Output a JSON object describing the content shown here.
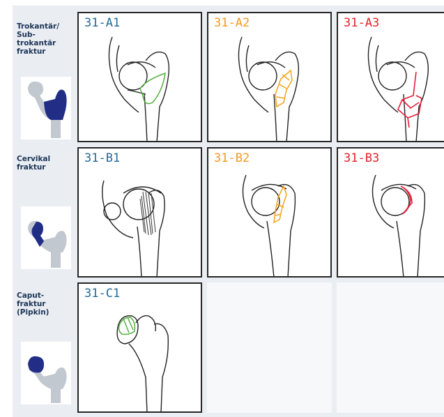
{
  "rows": [
    {
      "label": [
        "Trokantär/",
        "Sub-",
        "trokantär",
        "fraktur"
      ],
      "cells": [
        {
          "code": "31-A1",
          "color": "#216a9a"
        },
        {
          "code": "31-A2",
          "color": "#f39a1e"
        },
        {
          "code": "31-A3",
          "color": "#e5202a"
        }
      ]
    },
    {
      "label": [
        "Cervikal",
        "fraktur"
      ],
      "cells": [
        {
          "code": "31-B1",
          "color": "#216a9a"
        },
        {
          "code": "31-B2",
          "color": "#f39a1e"
        },
        {
          "code": "31-B3",
          "color": "#e5202a"
        }
      ]
    },
    {
      "label": [
        "Caput-",
        "fraktur",
        "(Pipkin)"
      ],
      "cells": [
        {
          "code": "31-C1",
          "color": "#216a9a"
        }
      ]
    }
  ],
  "colors": {
    "highlight": "#222e86",
    "bone_grey": "#c2c8cf",
    "fracture_green": "#53b041",
    "fracture_orange": "#f5a21d",
    "fracture_red": "#e41e38",
    "fracture_dark": "#333333",
    "outline": "#222222"
  }
}
